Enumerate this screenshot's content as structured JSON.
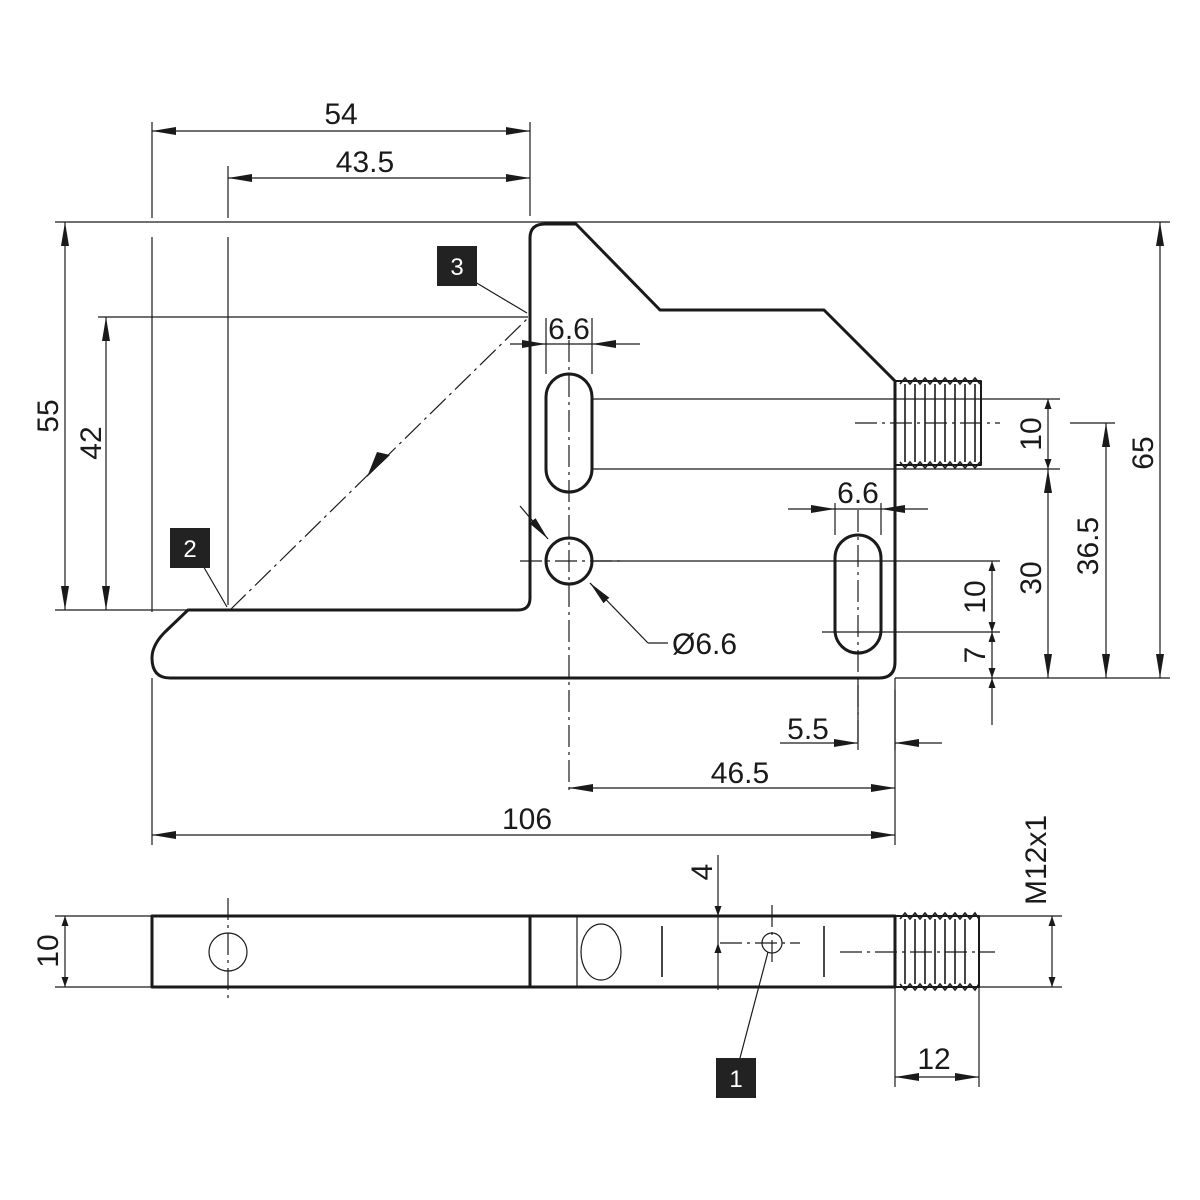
{
  "colors": {
    "line": "#1a1a1a",
    "tag_background": "#222222",
    "tag_text": "#ffffff"
  },
  "dimensions": {
    "width_54": "54",
    "width_43_5": "43.5",
    "height_55": "55",
    "height_42": "42",
    "height_65": "65",
    "slot_width_upper": "6.6",
    "slot_width_right": "6.6",
    "slot_length_upper": "10",
    "slot_length_right": "10",
    "hole_diameter": "Ø6.6",
    "height_30": "30",
    "height_36_5": "36.5",
    "height_7": "7",
    "offset_5_5": "5.5",
    "distance_46_5": "46.5",
    "total_length_106": "106",
    "thickness_10": "10",
    "depth_4": "4",
    "thread_length_12": "12",
    "thread_spec": "M12x1"
  },
  "callouts": {
    "tag_1": "1",
    "tag_2": "2",
    "tag_3": "3"
  }
}
